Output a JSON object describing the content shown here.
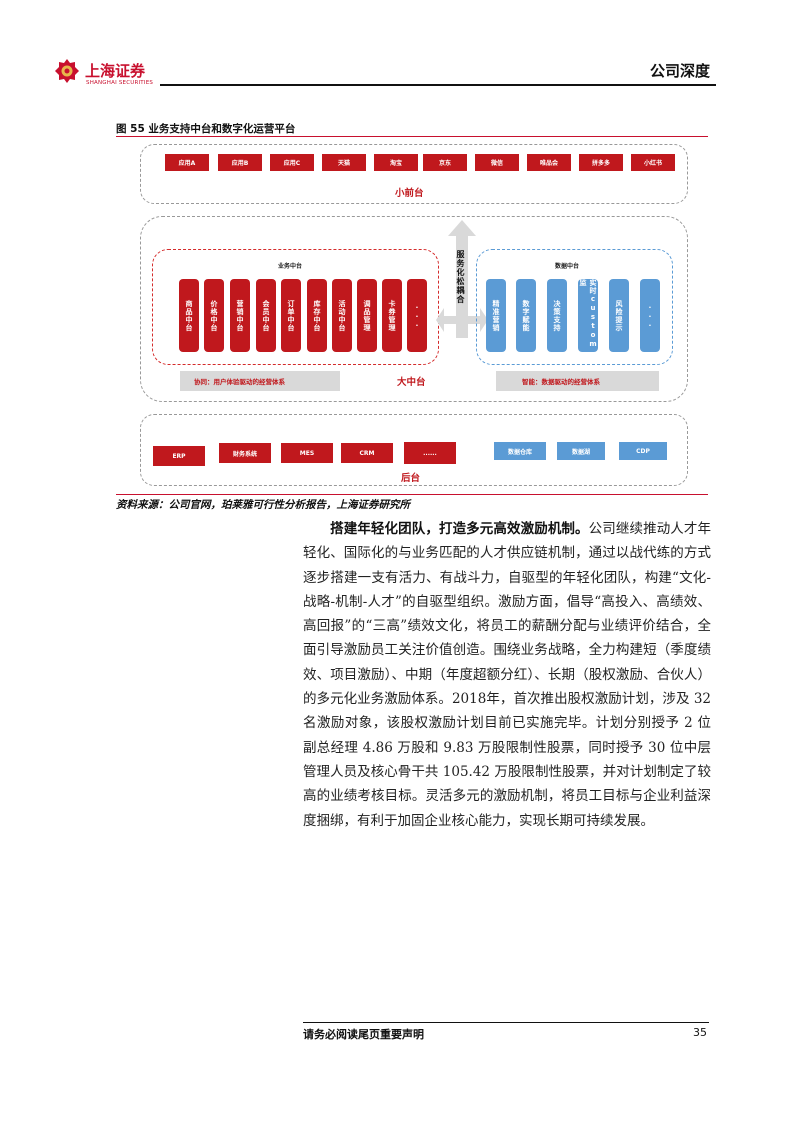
{
  "header": {
    "logo_cn": "上海证券",
    "logo_en": "SHANGHAI SECURITIES",
    "doc_type": "公司深度"
  },
  "figure": {
    "title": "图 55 业务支持中台和数字化运营平台",
    "front": {
      "label": "小前台",
      "apps": [
        "应用A",
        "应用B",
        "应用C",
        "天猫",
        "淘宝",
        "京东",
        "微信",
        "唯品会",
        "拼多多",
        "小红书"
      ]
    },
    "middle": {
      "label": "大中台",
      "service_text": "服务化松耦合",
      "business": {
        "title": "业务中台",
        "items": [
          "商品中台",
          "价格中台",
          "营销中台",
          "会员中台",
          "订单中台",
          "库存中台",
          "活动中台",
          "调品管理",
          "卡券管理",
          "..."
        ],
        "strip": "协同：用户体验驱动的经营体系"
      },
      "data": {
        "title": "数据中台",
        "items": [
          "精准营销",
          "数字赋能",
          "决策支持",
          "实时custom监",
          "风险提示",
          "..."
        ],
        "strip": "智能：数据驱动的经营体系"
      }
    },
    "back": {
      "label": "后台",
      "red_items": [
        "ERP",
        "财务系统",
        "MES",
        "CRM",
        "......"
      ],
      "blue_items": [
        "数据仓库",
        "数据湖",
        "CDP"
      ]
    },
    "source": "资料来源：公司官网，珀莱雅可行性分析报告，上海证券研究所"
  },
  "body": {
    "lead": "搭建年轻化团队，打造多元高效激励机制。",
    "text": "公司继续推动人才年轻化、国际化的与业务匹配的人才供应链机制，通过以战代练的方式逐步搭建一支有活力、有战斗力，自驱型的年轻化团队，构建“文化-战略-机制-人才”的自驱型组织。激励方面，倡导“高投入、高绩效、高回报”的“三高”绩效文化，将员工的薪酬分配与业绩评价结合，全面引导激励员工关注价值创造。围绕业务战略，全力构建短（季度绩效、项目激励）、中期（年度超额分红）、长期（股权激励、合伙人）的多元化业务激励体系。2018年，首次推出股权激励计划，涉及 32 名激励对象，该股权激励计划目前已实施完毕。计划分别授予 2 位副总经理 4.86 万股和 9.83 万股限制性股票，同时授予 30 位中层管理人员及核心骨干共 105.42 万股限制性股票，并对计划制定了较高的业绩考核目标。灵活多元的激励机制，将员工目标与企业利益深度捆绑，有利于加固企业核心能力，实现长期可持续发展。"
  },
  "footer": {
    "notice": "请务必阅读尾页重要声明",
    "page": "35"
  },
  "colors": {
    "brand_red": "#c0181d",
    "data_blue": "#5b9bd5",
    "strip_gray": "#d9d9d9"
  }
}
